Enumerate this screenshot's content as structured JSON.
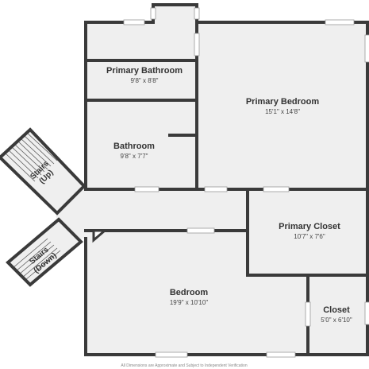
{
  "colors": {
    "wall": "#3a3a3a",
    "floor": "#efefef",
    "window": "#ffffff",
    "text": "#333333"
  },
  "rooms": {
    "primary_bathroom": {
      "name": "Primary Bathroom",
      "dims": "9'8\" x 8'8\""
    },
    "primary_bedroom": {
      "name": "Primary Bedroom",
      "dims": "15'1\" x 14'8\""
    },
    "bathroom": {
      "name": "Bathroom",
      "dims": "9'8\" x 7'7\""
    },
    "primary_closet": {
      "name": "Primary Closet",
      "dims": "10'7\" x 7'6\""
    },
    "bedroom": {
      "name": "Bedroom",
      "dims": "19'9\" x 10'10\""
    },
    "closet": {
      "name": "Closet",
      "dims": "5'0\" x 6'10\""
    }
  },
  "stairs": {
    "up": {
      "line1": "Stairs",
      "line2": "(Up)"
    },
    "down": {
      "line1": "Stairs",
      "line2": "(Down)"
    }
  },
  "footer": {
    "disclaimer": "All Dimensions are Approximate and Subject to Independent Verification"
  }
}
